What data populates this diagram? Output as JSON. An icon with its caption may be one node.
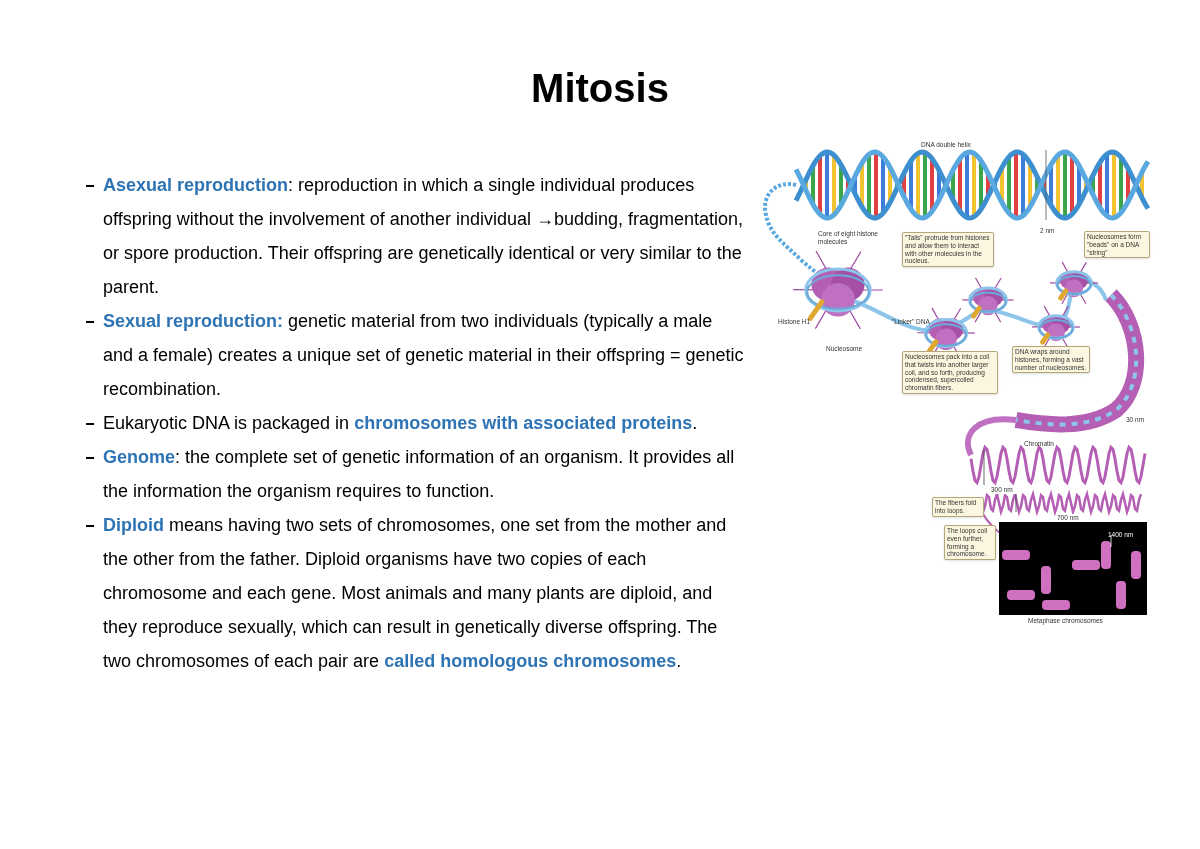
{
  "diagram": {
    "title": "Mitosis",
    "labels": [
      "**Asexual reproduction**: reproduction in which a single individual produces offspring without the involvement of another individual →budding, fragmentation, or spore production. Their offspring are genetically identical or very similar to the parent.",
      "**Sexual reproduction:** genetic material from two individuals (typically a male and a female) creates a unique set of genetic material in their offspring = genetic recombination.",
      "Eukaryotic DNA is packaged in **chromosomes with associated proteins**.",
      "**Genome**: the complete set of genetic information of an organism. It provides all the information the organism requires to function.",
      "**Diploid** means having two sets of chromosomes, one set from the mother and the other from the father. Diploid organisms have two copies of each chromosome and each gene. Most animals and many plants are diploid, and they reproduce sexually, which can result in genetically diverse offspring. The two chromosomes of each pair are **called homologous chromosomes**.",
      "DNA double helix",
      "2 nm",
      "Core of eight histone molecules",
      "\"Tails\" protrude from histones and allow them to interact with other molecules in the nucleus.",
      "Nucleosomes form \"beads\" on a DNA \"string\"",
      "Histone H1",
      "\"Linker\" DNA",
      "Nucleosome",
      "Nucleosomes pack into a coil that twists into another larger coil, and so forth, producing condensed, supercoiled chromatin fibers.",
      "DNA wraps around histones, forming a vast number of nucleosomes.",
      "30 nm",
      "Chromatin",
      "300 nm",
      "The fibers fold into loops.",
      "700 nm",
      "The loops coil even further, forming a chromosome.",
      "1400 nm",
      "Metaphase chromosomes"
    ]
  }
}
